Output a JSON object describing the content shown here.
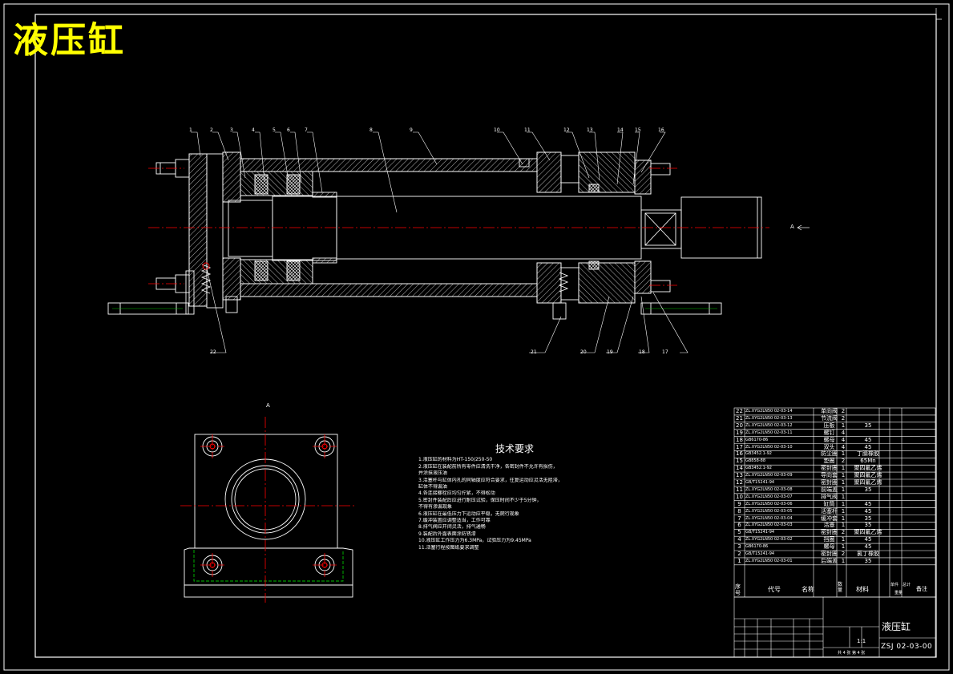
{
  "title": "液压缸",
  "section_labels": {
    "view_a": "A",
    "arrow_a": "A"
  },
  "part_balloons_top": [
    "1",
    "2",
    "3",
    "4",
    "5",
    "6",
    "7",
    "8",
    "9",
    "10",
    "11",
    "12",
    "13",
    "14",
    "15",
    "16"
  ],
  "part_balloons_bottom": [
    "22",
    "21",
    "20",
    "19",
    "18",
    "17"
  ],
  "tech_requirements": {
    "title": "技术要求",
    "lines": [
      "1.液压缸的材料为HT-150/250-50",
      "2.液压缸在装配前所有零件应清洗干净，各密封件不允许有损伤，",
      "   并涂抹液压油",
      "3.活塞杆与缸体内孔的同轴度应符合要求，往复运动应灵活无阻滞，",
      "   缸体不得漏油",
      "4.各连接螺栓应均匀拧紧，不得松动",
      "5.密封件装配后应进行耐压试验，保压时间不少于5分钟，",
      "   不得有渗漏现象",
      "6.液压缸在最低压力下运动应平稳，无爬行现象",
      "7.缓冲装置应调整适当，工作可靠",
      "8.排气阀应开闭灵活，排气通畅",
      "9.装配后外露表面涂防锈漆",
      "10.液压缸工作压力为6.3MPa，试验压力为9.45MPa",
      "11.活塞行程按图纸要求调整"
    ]
  },
  "bom": {
    "rows": [
      {
        "no": "22",
        "code": "ZL.XYG2LN50 02-03-14",
        "name": "单向阀",
        "qty": "2",
        "mat": ""
      },
      {
        "no": "21",
        "code": "ZL.XYG2LN50 02-03-13",
        "name": "节流阀",
        "qty": "2",
        "mat": ""
      },
      {
        "no": "20",
        "code": "ZL.XYG2LN50 02-03-12",
        "name": "压板",
        "qty": "1",
        "mat": "35"
      },
      {
        "no": "19",
        "code": "ZL.XYG2LN50 02-03-11",
        "name": "螺钉",
        "qty": "4",
        "mat": ""
      },
      {
        "no": "18",
        "code": "GB6170-86",
        "name": "螺母",
        "qty": "4",
        "mat": "45"
      },
      {
        "no": "17",
        "code": "ZL.XYG2LN50 02-03-10",
        "name": "双头",
        "qty": "4",
        "mat": "45"
      },
      {
        "no": "16",
        "code": "GB3452.1-92",
        "name": "防尘圈",
        "qty": "1",
        "mat": "丁腈橡胶"
      },
      {
        "no": "15",
        "code": "GB858-88",
        "name": "垫圈",
        "qty": "2",
        "mat": "65Mn"
      },
      {
        "no": "14",
        "code": "GB3452.1-92",
        "name": "密封圈",
        "qty": "1",
        "mat": "聚四氟乙烯"
      },
      {
        "no": "13",
        "code": "ZL.XYG2LN50 02-03-09",
        "name": "导向套",
        "qty": "1",
        "mat": "聚四氟乙烯"
      },
      {
        "no": "12",
        "code": "GB/T15241-94",
        "name": "密封圈",
        "qty": "1",
        "mat": "聚四氟乙烯"
      },
      {
        "no": "11",
        "code": "ZL.XYG2LN50 02-03-08",
        "name": "前端盖",
        "qty": "1",
        "mat": "35"
      },
      {
        "no": "10",
        "code": "ZL.XYG2LN50 02-03-07",
        "name": "排气阀",
        "qty": "1",
        "mat": ""
      },
      {
        "no": "9",
        "code": "ZL.XYG2LN50 02-03-06",
        "name": "缸筒",
        "qty": "1",
        "mat": "45"
      },
      {
        "no": "8",
        "code": "ZL.XYG2LN50 02-03-05",
        "name": "活塞杆",
        "qty": "1",
        "mat": "45"
      },
      {
        "no": "7",
        "code": "ZL.XYG2LN50 02-03-04",
        "name": "缓冲套",
        "qty": "1",
        "mat": "35"
      },
      {
        "no": "6",
        "code": "ZL.XYG2LN50 02-03-03",
        "name": "活塞",
        "qty": "1",
        "mat": "35"
      },
      {
        "no": "5",
        "code": "GB/T15241-94",
        "name": "密封圈",
        "qty": "2",
        "mat": "聚四氟乙烯"
      },
      {
        "no": "4",
        "code": "ZL.XYG2LN50 02-03-02",
        "name": "挡圈",
        "qty": "1",
        "mat": "45"
      },
      {
        "no": "3",
        "code": "GB6170-86",
        "name": "螺母",
        "qty": "1",
        "mat": "45"
      },
      {
        "no": "2",
        "code": "GB/T15241-94",
        "name": "密封圈",
        "qty": "2",
        "mat": "氯丁橡胶"
      },
      {
        "no": "1",
        "code": "ZL.XYG2LN50 02-03-01",
        "name": "后端盖",
        "qty": "1",
        "mat": "35"
      }
    ],
    "header": {
      "no": "序号",
      "code": "代号",
      "name": "名称",
      "qty": "数量",
      "mat": "材料",
      "unit_w": "单件",
      "total_w": "总计",
      "weight": "重量",
      "remark": "备注"
    }
  },
  "title_block": {
    "drawing_name": "液压缸",
    "drawing_code": "ZSJ 02-03-00",
    "scale": "1:1",
    "sheet_info": "共 4 张 第 4 张"
  },
  "colors": {
    "background": "#000000",
    "outline": "#ffffff",
    "centerline": "#ff0000",
    "title": "#ffff00",
    "accent_green": "#00c000"
  }
}
